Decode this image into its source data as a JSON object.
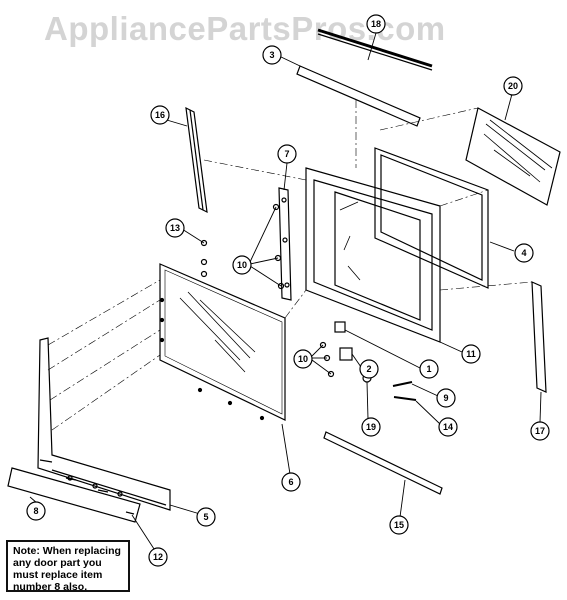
{
  "watermark": "AppliancePartsPros.com",
  "note": {
    "line1": "Note:  When replacing",
    "line2": "any door part you",
    "line3": "must replace item",
    "line4": "number 8 also."
  },
  "callouts": [
    {
      "id": "c18",
      "label": "18"
    },
    {
      "id": "c3",
      "label": "3"
    },
    {
      "id": "c20",
      "label": "20"
    },
    {
      "id": "c16",
      "label": "16"
    },
    {
      "id": "c7",
      "label": "7"
    },
    {
      "id": "c13",
      "label": "13"
    },
    {
      "id": "c10a",
      "label": "10"
    },
    {
      "id": "c4",
      "label": "4"
    },
    {
      "id": "c10b",
      "label": "10"
    },
    {
      "id": "c2",
      "label": "2"
    },
    {
      "id": "c1",
      "label": "1"
    },
    {
      "id": "c11",
      "label": "11"
    },
    {
      "id": "c9",
      "label": "9"
    },
    {
      "id": "c19",
      "label": "19"
    },
    {
      "id": "c14",
      "label": "14"
    },
    {
      "id": "c17",
      "label": "17"
    },
    {
      "id": "c6",
      "label": "6"
    },
    {
      "id": "c15",
      "label": "15"
    },
    {
      "id": "c5",
      "label": "5"
    },
    {
      "id": "c8",
      "label": "8"
    },
    {
      "id": "c12",
      "label": "12"
    }
  ]
}
